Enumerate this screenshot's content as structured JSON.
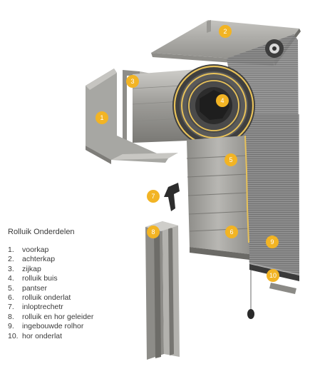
{
  "legend": {
    "title": "Rolluik Onderdelen",
    "items": [
      {
        "num": "1.",
        "label": "voorkap"
      },
      {
        "num": "2.",
        "label": "achterkap"
      },
      {
        "num": "3.",
        "label": "zijkap"
      },
      {
        "num": "4.",
        "label": "rolluik buis"
      },
      {
        "num": "5.",
        "label": "pantser"
      },
      {
        "num": "6.",
        "label": "rolluik onderlat"
      },
      {
        "num": "7.",
        "label": "inloptrechetr"
      },
      {
        "num": "8.",
        "label": "rolluik en hor geleider"
      },
      {
        "num": "9.",
        "label": "ingebouwde rolhor"
      },
      {
        "num": "10.",
        "label": "hor onderlat"
      }
    ]
  },
  "badges": [
    {
      "id": "1",
      "label": "1"
    },
    {
      "id": "2",
      "label": "2"
    },
    {
      "id": "3",
      "label": "3"
    },
    {
      "id": "4",
      "label": "4"
    },
    {
      "id": "5",
      "label": "5"
    },
    {
      "id": "6",
      "label": "6"
    },
    {
      "id": "7",
      "label": "7"
    },
    {
      "id": "8",
      "label": "8"
    },
    {
      "id": "9",
      "label": "9"
    },
    {
      "id": "10",
      "label": "10"
    }
  ],
  "colors": {
    "badge": "#f2b424",
    "metal": "#a7a7a3",
    "metal_dark": "#7d7c78",
    "metal_light": "#c9c8c4",
    "screen": "#555555",
    "yellow_insulation": "#e8c25a"
  }
}
